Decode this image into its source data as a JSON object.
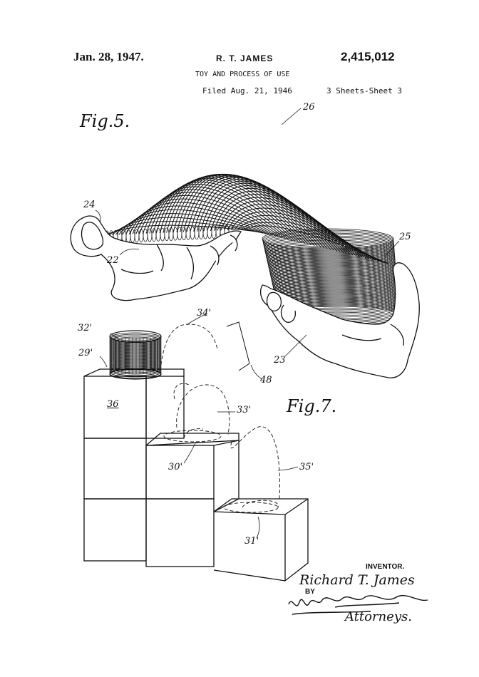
{
  "header": {
    "date": "Jan. 28, 1947.",
    "inventor": "R. T. JAMES",
    "patent_number": "2,415,012",
    "title": "TOY AND PROCESS OF USE",
    "filed": "Filed Aug. 21, 1946",
    "sheets": "3 Sheets-Sheet 3"
  },
  "figures": {
    "fig5_label": "Fig.5.",
    "fig7_label": "Fig.7."
  },
  "references": {
    "r26": "26",
    "r24": "24",
    "r22": "22",
    "r25": "25",
    "r23": "23",
    "r32": "32'",
    "r34": "34'",
    "r29": "29'",
    "r48": "48",
    "r36": "36",
    "r33": "33'",
    "r30": "30'",
    "r35": "35'",
    "r31": "31'"
  },
  "signature_block": {
    "inventor_label": "INVENTOR.",
    "inventor_name": "Richard T. James",
    "by": "BY",
    "attorneys": "Attorneys."
  },
  "colors": {
    "ink": "#111111",
    "paper": "#ffffff"
  }
}
